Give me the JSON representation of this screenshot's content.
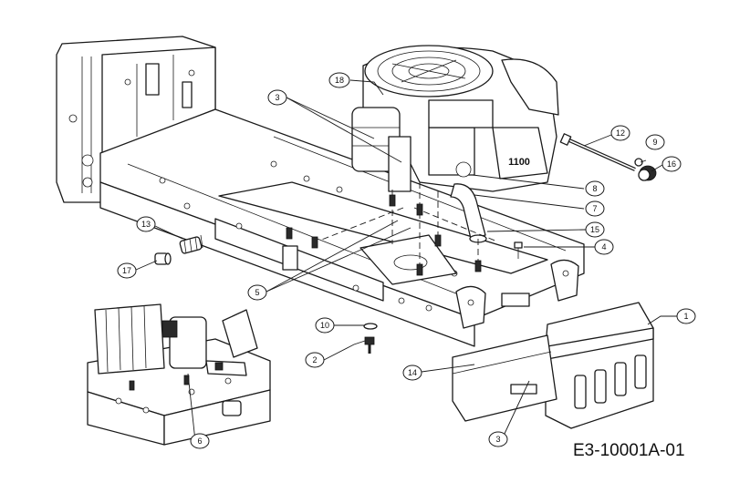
{
  "drawing": {
    "document_id": "E3-10001A-01",
    "engine_badge": "1100"
  },
  "callouts": [
    {
      "id": "c1",
      "label": "1"
    },
    {
      "id": "c2",
      "label": "2"
    },
    {
      "id": "c3a",
      "label": "3"
    },
    {
      "id": "c3b",
      "label": "3"
    },
    {
      "id": "c4",
      "label": "4"
    },
    {
      "id": "c5",
      "label": "5"
    },
    {
      "id": "c6",
      "label": "6"
    },
    {
      "id": "c7",
      "label": "7"
    },
    {
      "id": "c8",
      "label": "8"
    },
    {
      "id": "c9",
      "label": "9"
    },
    {
      "id": "c10",
      "label": "10"
    },
    {
      "id": "c12",
      "label": "12"
    },
    {
      "id": "c13",
      "label": "13"
    },
    {
      "id": "c14",
      "label": "14"
    },
    {
      "id": "c15",
      "label": "15"
    },
    {
      "id": "c16",
      "label": "16"
    },
    {
      "id": "c17",
      "label": "17"
    },
    {
      "id": "c18",
      "label": "18"
    }
  ]
}
